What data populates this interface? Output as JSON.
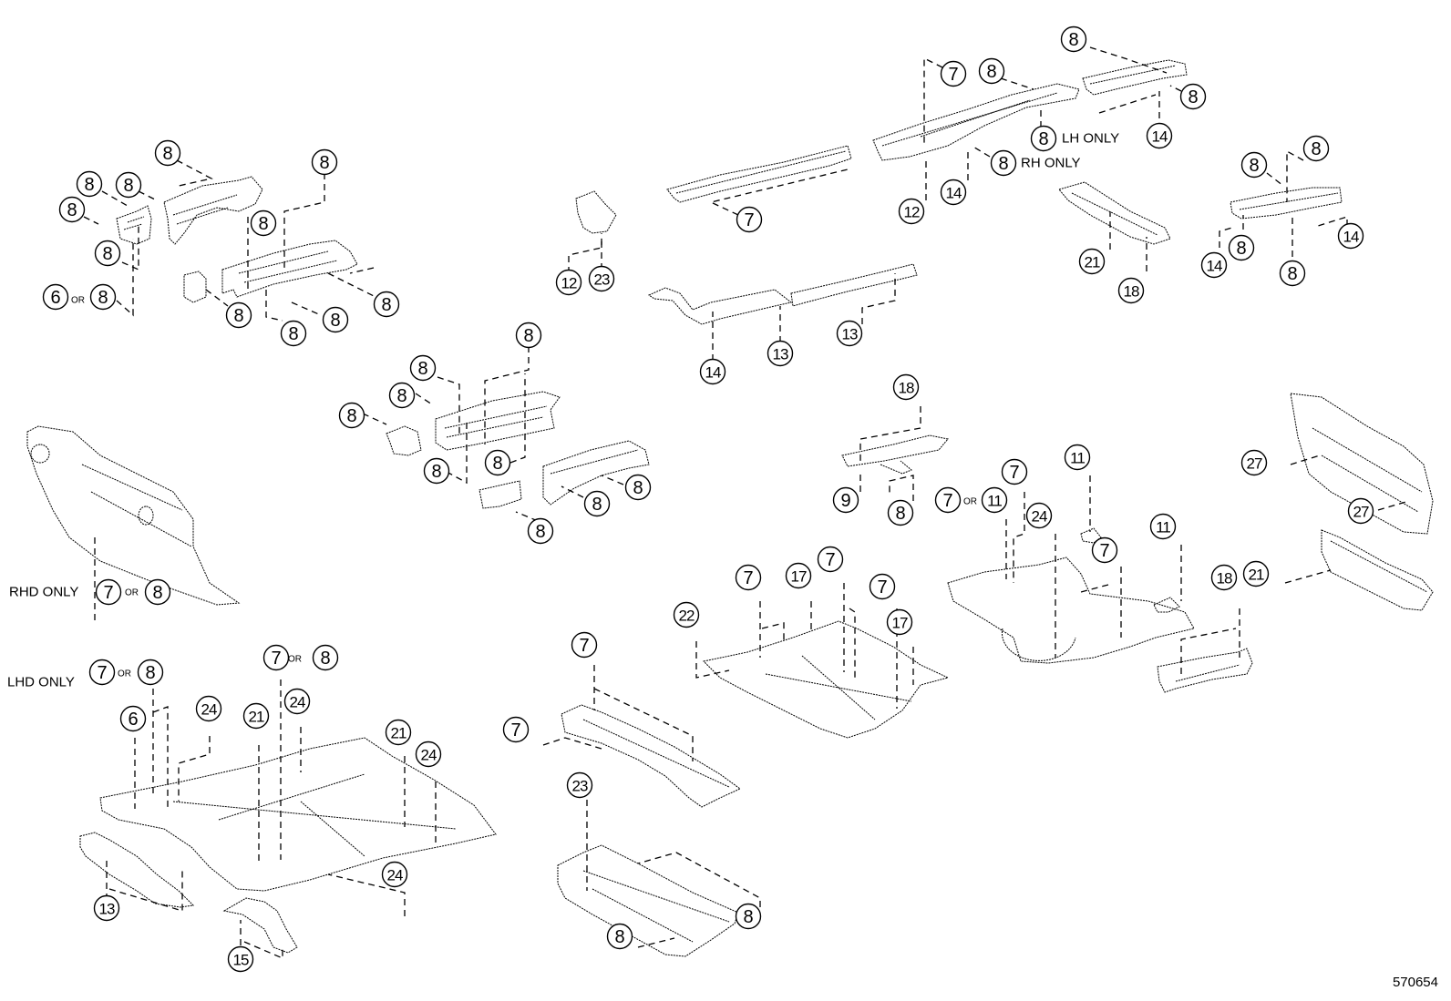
{
  "diagram": {
    "reference_number": "570654",
    "or_label": "OR",
    "notes": {
      "lh_only": "LH ONLY",
      "rh_only": "RH ONLY",
      "rhd_only": "RHD ONLY",
      "lhd_only": "LHD ONLY"
    },
    "groups": [
      {
        "name": "front-side-member-left-group",
        "callouts": [
          "8",
          "8",
          "8",
          "8",
          "8",
          "6 OR 8"
        ]
      },
      {
        "name": "front-floor-crossmember-group",
        "callouts": [
          "8",
          "8",
          "8",
          "8",
          "8",
          "8"
        ]
      },
      {
        "name": "mid-crossmember-group",
        "callouts": [
          "8",
          "8",
          "8",
          "8",
          "8",
          "8",
          "8",
          "8",
          "8"
        ]
      },
      {
        "name": "bracket-group",
        "callouts": [
          "12",
          "23"
        ]
      },
      {
        "name": "rocker-panel-rail-group",
        "callouts": [
          "7"
        ]
      },
      {
        "name": "rocker-sill-group",
        "callouts": [
          "14",
          "13",
          "13"
        ]
      },
      {
        "name": "rear-side-member-group",
        "callouts": [
          "7",
          "8",
          "8 LH ONLY",
          "8 RH ONLY",
          "12",
          "14",
          "8",
          "8",
          "14"
        ]
      },
      {
        "name": "rear-side-member-extension-group",
        "callouts": [
          "21",
          "18"
        ]
      },
      {
        "name": "rear-crossmember-group",
        "callouts": [
          "8",
          "8",
          "8",
          "8",
          "14",
          "14"
        ]
      },
      {
        "name": "dash-panel-group",
        "callouts": [
          "RHD ONLY 7 OR 8"
        ]
      },
      {
        "name": "rear-seat-crossmember-group",
        "callouts": [
          "18",
          "9",
          "8"
        ]
      },
      {
        "name": "rear-floor-pan-group",
        "callouts": [
          "7 OR 11",
          "7",
          "24",
          "11",
          "7",
          "11"
        ]
      },
      {
        "name": "back-panel-group",
        "callouts": [
          "27",
          "27",
          "21"
        ]
      },
      {
        "name": "rear-floor-member-group",
        "callouts": [
          "18"
        ]
      },
      {
        "name": "center-floor-pan-group",
        "callouts": [
          "22",
          "7",
          "17",
          "7",
          "7",
          "17"
        ]
      },
      {
        "name": "floor-side-member-group",
        "callouts": [
          "7",
          "7"
        ]
      },
      {
        "name": "front-floor-pan-group",
        "callouts": [
          "LHD ONLY 7 OR 8",
          "7 OR 8",
          "6",
          "24",
          "21",
          "24",
          "21",
          "24",
          "24"
        ]
      },
      {
        "name": "front-floor-side-rail-group",
        "callouts": [
          "13",
          "15"
        ]
      },
      {
        "name": "tunnel-brace-group",
        "callouts": [
          "23",
          "8",
          "8"
        ]
      }
    ],
    "callouts": [
      {
        "id": "c1",
        "num": "8"
      },
      {
        "id": "c2",
        "num": "8"
      },
      {
        "id": "c3",
        "num": "8"
      },
      {
        "id": "c4",
        "num": "8"
      },
      {
        "id": "c5",
        "num": "8"
      },
      {
        "id": "c6a",
        "num": "6"
      },
      {
        "id": "c6b",
        "num": "8"
      },
      {
        "id": "c7",
        "num": "8"
      },
      {
        "id": "c8",
        "num": "8"
      },
      {
        "id": "c9",
        "num": "8"
      },
      {
        "id": "c10",
        "num": "8"
      },
      {
        "id": "c11",
        "num": "8"
      },
      {
        "id": "c12",
        "num": "8"
      },
      {
        "id": "c13",
        "num": "12"
      },
      {
        "id": "c14",
        "num": "23"
      },
      {
        "id": "c15",
        "num": "7"
      },
      {
        "id": "c16",
        "num": "14"
      },
      {
        "id": "c17",
        "num": "13"
      },
      {
        "id": "c18",
        "num": "13"
      },
      {
        "id": "c19",
        "num": "7"
      },
      {
        "id": "c20",
        "num": "8"
      },
      {
        "id": "c21",
        "num": "8"
      },
      {
        "id": "c22",
        "num": "8"
      },
      {
        "id": "c23",
        "num": "12"
      },
      {
        "id": "c24",
        "num": "14"
      },
      {
        "id": "c25",
        "num": "8"
      },
      {
        "id": "c26",
        "num": "8"
      },
      {
        "id": "c27",
        "num": "14"
      },
      {
        "id": "c28",
        "num": "21"
      },
      {
        "id": "c29",
        "num": "18"
      },
      {
        "id": "c30",
        "num": "8"
      },
      {
        "id": "c31",
        "num": "8"
      },
      {
        "id": "c32",
        "num": "8"
      },
      {
        "id": "c33",
        "num": "8"
      },
      {
        "id": "c34",
        "num": "14"
      },
      {
        "id": "c35",
        "num": "14"
      },
      {
        "id": "c36",
        "num": "8"
      },
      {
        "id": "c37",
        "num": "8"
      },
      {
        "id": "c38",
        "num": "8"
      },
      {
        "id": "c39",
        "num": "8"
      },
      {
        "id": "c40",
        "num": "8"
      },
      {
        "id": "c41",
        "num": "8"
      },
      {
        "id": "c42",
        "num": "8"
      },
      {
        "id": "c43",
        "num": "8"
      },
      {
        "id": "c44",
        "num": "8"
      },
      {
        "id": "c45",
        "num": "7"
      },
      {
        "id": "c46",
        "num": "8"
      },
      {
        "id": "c47",
        "num": "18"
      },
      {
        "id": "c48",
        "num": "9"
      },
      {
        "id": "c49",
        "num": "8"
      },
      {
        "id": "c50a",
        "num": "7"
      },
      {
        "id": "c50b",
        "num": "11"
      },
      {
        "id": "c51",
        "num": "7"
      },
      {
        "id": "c52",
        "num": "24"
      },
      {
        "id": "c53",
        "num": "11"
      },
      {
        "id": "c54",
        "num": "7"
      },
      {
        "id": "c55",
        "num": "11"
      },
      {
        "id": "c56",
        "num": "27"
      },
      {
        "id": "c57",
        "num": "27"
      },
      {
        "id": "c58",
        "num": "21"
      },
      {
        "id": "c59",
        "num": "18"
      },
      {
        "id": "c60",
        "num": "22"
      },
      {
        "id": "c61",
        "num": "7"
      },
      {
        "id": "c62",
        "num": "17"
      },
      {
        "id": "c63",
        "num": "7"
      },
      {
        "id": "c64",
        "num": "7"
      },
      {
        "id": "c65",
        "num": "17"
      },
      {
        "id": "c66",
        "num": "7"
      },
      {
        "id": "c67",
        "num": "7"
      },
      {
        "id": "c68",
        "num": "7"
      },
      {
        "id": "c69",
        "num": "8"
      },
      {
        "id": "c70a",
        "num": "7"
      },
      {
        "id": "c70b",
        "num": "8"
      },
      {
        "id": "c71",
        "num": "6"
      },
      {
        "id": "c72",
        "num": "24"
      },
      {
        "id": "c73",
        "num": "21"
      },
      {
        "id": "c74",
        "num": "24"
      },
      {
        "id": "c75",
        "num": "21"
      },
      {
        "id": "c76",
        "num": "24"
      },
      {
        "id": "c77",
        "num": "24"
      },
      {
        "id": "c78",
        "num": "13"
      },
      {
        "id": "c79",
        "num": "15"
      },
      {
        "id": "c80",
        "num": "23"
      },
      {
        "id": "c81",
        "num": "8"
      },
      {
        "id": "c82",
        "num": "8"
      }
    ]
  }
}
